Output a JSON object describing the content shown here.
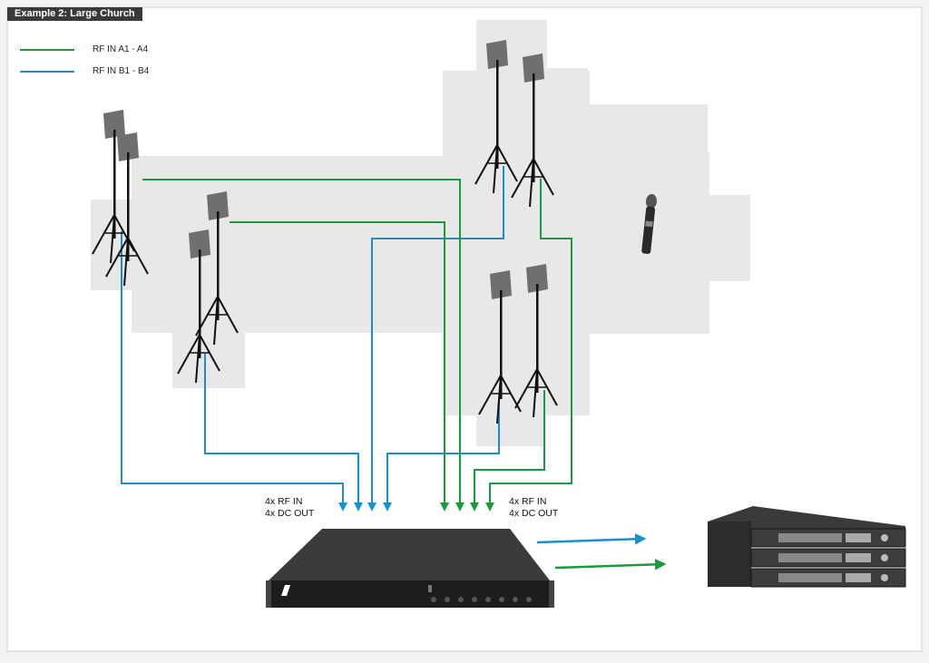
{
  "title": "Example 2: Large Church",
  "legend": [
    {
      "label": "RF IN A1 - A4",
      "color": "#1a9a3c"
    },
    {
      "label": "RF IN B1 - B4",
      "color": "#1a8fd0"
    }
  ],
  "splitter": {
    "left_port_label": "4x RF IN\n4x DC OUT",
    "right_port_label": "4x RF IN\n4x DC OUT"
  },
  "colors": {
    "green_line": "#1a9a3c",
    "blue_line": "#1a8fd0",
    "floorplan": "#e6e6e6",
    "frame": "#ffffff"
  },
  "icons": [
    "antenna-icon",
    "tripod-stand-icon",
    "handheld-microphone-icon",
    "antenna-splitter-icon",
    "receiver-rack-icon",
    "arrow-right-icon"
  ]
}
